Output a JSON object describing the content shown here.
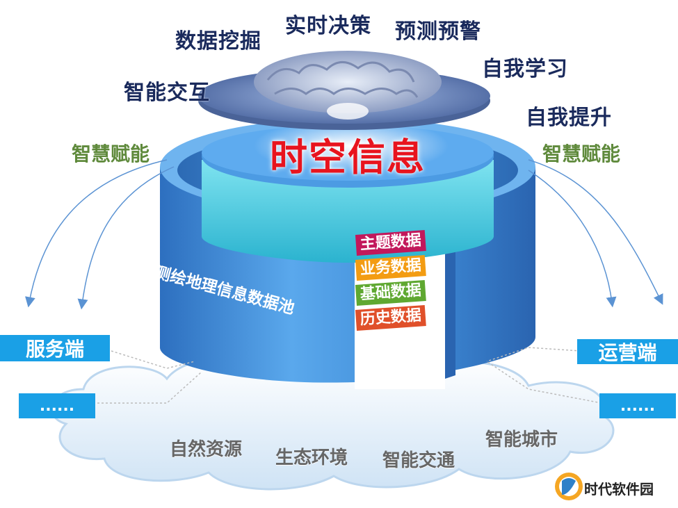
{
  "brain_caps": [
    "数据挖掘",
    "实时决策",
    "预测预警",
    "智能交互",
    "自我学习",
    "自我提升"
  ],
  "center_title": "时空信息",
  "side_labels": {
    "left": "智慧赋能",
    "right": "智慧赋能"
  },
  "layers": [
    {
      "label": "主题数据",
      "color": "#c2185b"
    },
    {
      "label": "业务数据",
      "color": "#f39c12"
    },
    {
      "label": "基础数据",
      "color": "#5fa831"
    },
    {
      "label": "历史数据",
      "color": "#e0502a"
    }
  ],
  "pool_label": "测绘地理信息数据池",
  "side_boxes": {
    "left_top": "服务端",
    "left_bottom": "......",
    "right_top": "运营端",
    "right_bottom": "......"
  },
  "cloud_items": [
    "自然资源",
    "生态环境",
    "智能交通",
    "智能城市"
  ],
  "brand": {
    "name": "时代软件园"
  },
  "colors": {
    "cylinder_blue": "#3f8fdc",
    "box_blue": "#1aa0e6",
    "title_red": "#e8141e",
    "navy_text": "#1a2a5c",
    "green_text": "#5f8a3c"
  }
}
